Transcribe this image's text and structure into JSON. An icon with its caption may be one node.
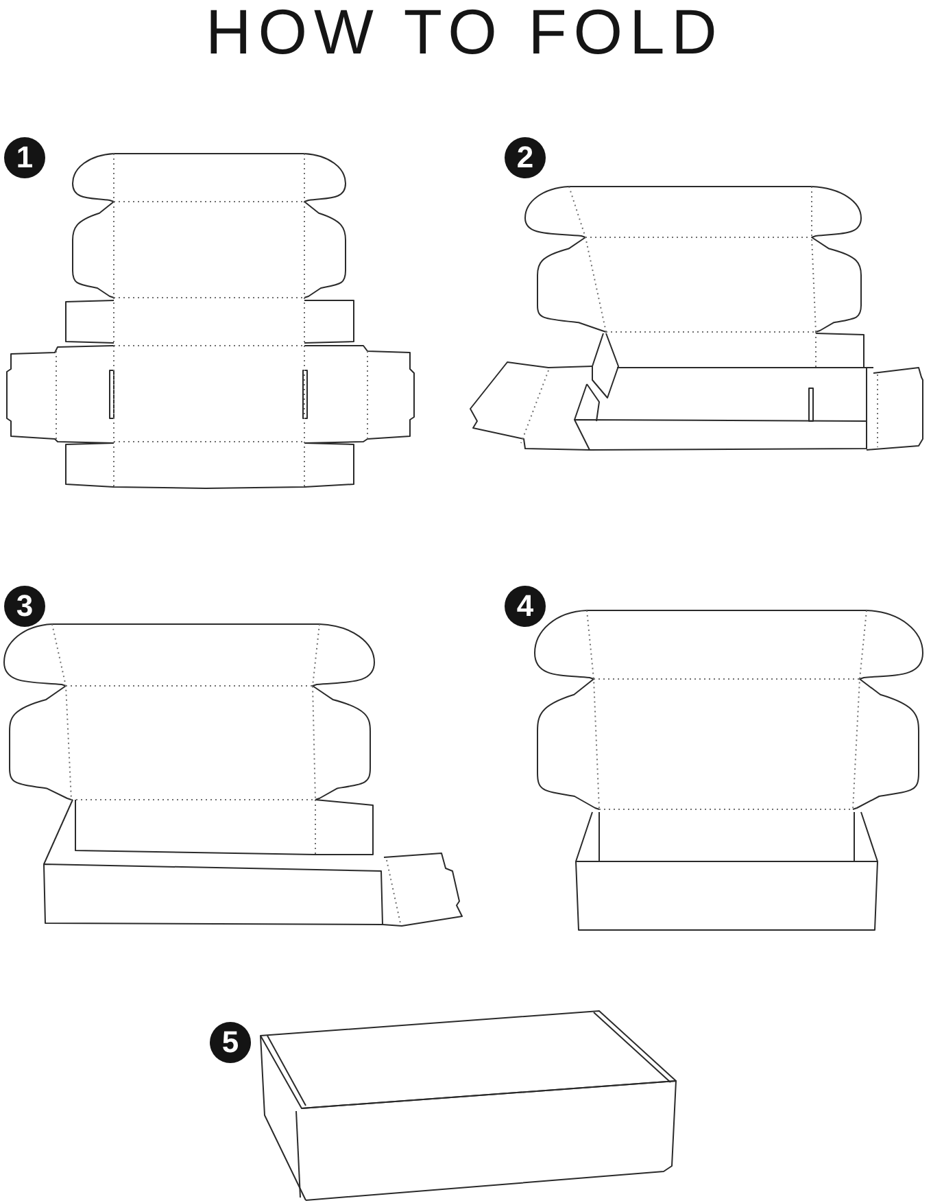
{
  "diagram": {
    "title": "HOW TO FOLD",
    "nodes": [
      {
        "text": [
          "1"
        ]
      },
      {
        "text": [
          "2"
        ]
      },
      {
        "text": [
          "3"
        ]
      },
      {
        "text": [
          "4"
        ]
      },
      {
        "text": [
          "5"
        ]
      }
    ]
  }
}
